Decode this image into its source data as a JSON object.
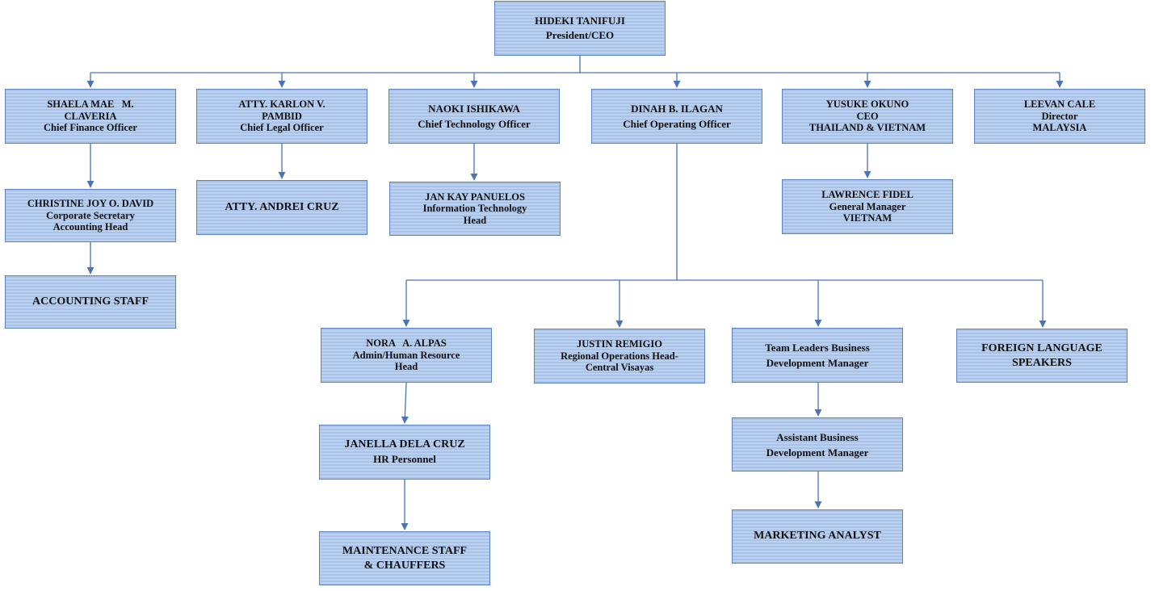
{
  "org_chart": {
    "ceo": {
      "name": "HIDEKI TANIFUJI",
      "title": "President/CEO"
    },
    "cfo": {
      "line1": "SHAELA MAE   M.",
      "line2": "CLAVERIA",
      "title": "Chief Finance Officer"
    },
    "clo": {
      "line1": "ATTY. KARLON V.",
      "line2": "PAMBID",
      "title": "Chief Legal Officer"
    },
    "cto": {
      "name": "NAOKI ISHIKAWA",
      "title": "Chief Technology Officer"
    },
    "coo": {
      "name": "DINAH B. ILAGAN",
      "title": "Chief Operating Officer"
    },
    "ceo_th_vn": {
      "name": "YUSUKE OKUNO",
      "title": "CEO",
      "region": "THAILAND & VIETNAM"
    },
    "dir_my": {
      "name": "LEEVAN CALE",
      "title": "Director",
      "region": "MALAYSIA"
    },
    "corp_sec": {
      "name": "CHRISTINE JOY O. DAVID",
      "title1": "Corporate Secretary",
      "title2": "Accounting Head"
    },
    "accounting_staff": {
      "label": "ACCOUNTING STAFF"
    },
    "legal_staff": {
      "name": "ATTY. ANDREI CRUZ"
    },
    "it_head": {
      "name": "JAN KAY PANUELOS",
      "title1": "Information Technology",
      "title2": "Head"
    },
    "gm_vn": {
      "name": "LAWRENCE FIDEL",
      "title": "General Manager",
      "region": "VIETNAM"
    },
    "hr_head": {
      "name": "NORA   A. ALPAS",
      "title1": "Admin/Human Resource",
      "title2": "Head"
    },
    "regional_ops": {
      "name": "JUSTIN REMIGIO",
      "title1": "Regional Operations Head-",
      "title2": "Central Visayas"
    },
    "bdm": {
      "line1": "Team Leaders Business",
      "line2": "Development Manager"
    },
    "foreign_lang": {
      "line1": "FOREIGN LANGUAGE",
      "line2": "SPEAKERS"
    },
    "hr_personnel": {
      "name": "JANELLA DELA CRUZ",
      "title": "HR Personnel"
    },
    "asst_bdm": {
      "line1": "Assistant Business",
      "line2": "Development Manager"
    },
    "maintenance": {
      "line1": "MAINTENANCE STAFF",
      "line2": "& CHAUFFERS"
    },
    "marketing_analyst": {
      "label": "MARKETING ANALYST"
    }
  },
  "colors": {
    "box_fill": "#b3cbed",
    "box_border": "#5b82bf",
    "connector": "#4a74b5"
  }
}
